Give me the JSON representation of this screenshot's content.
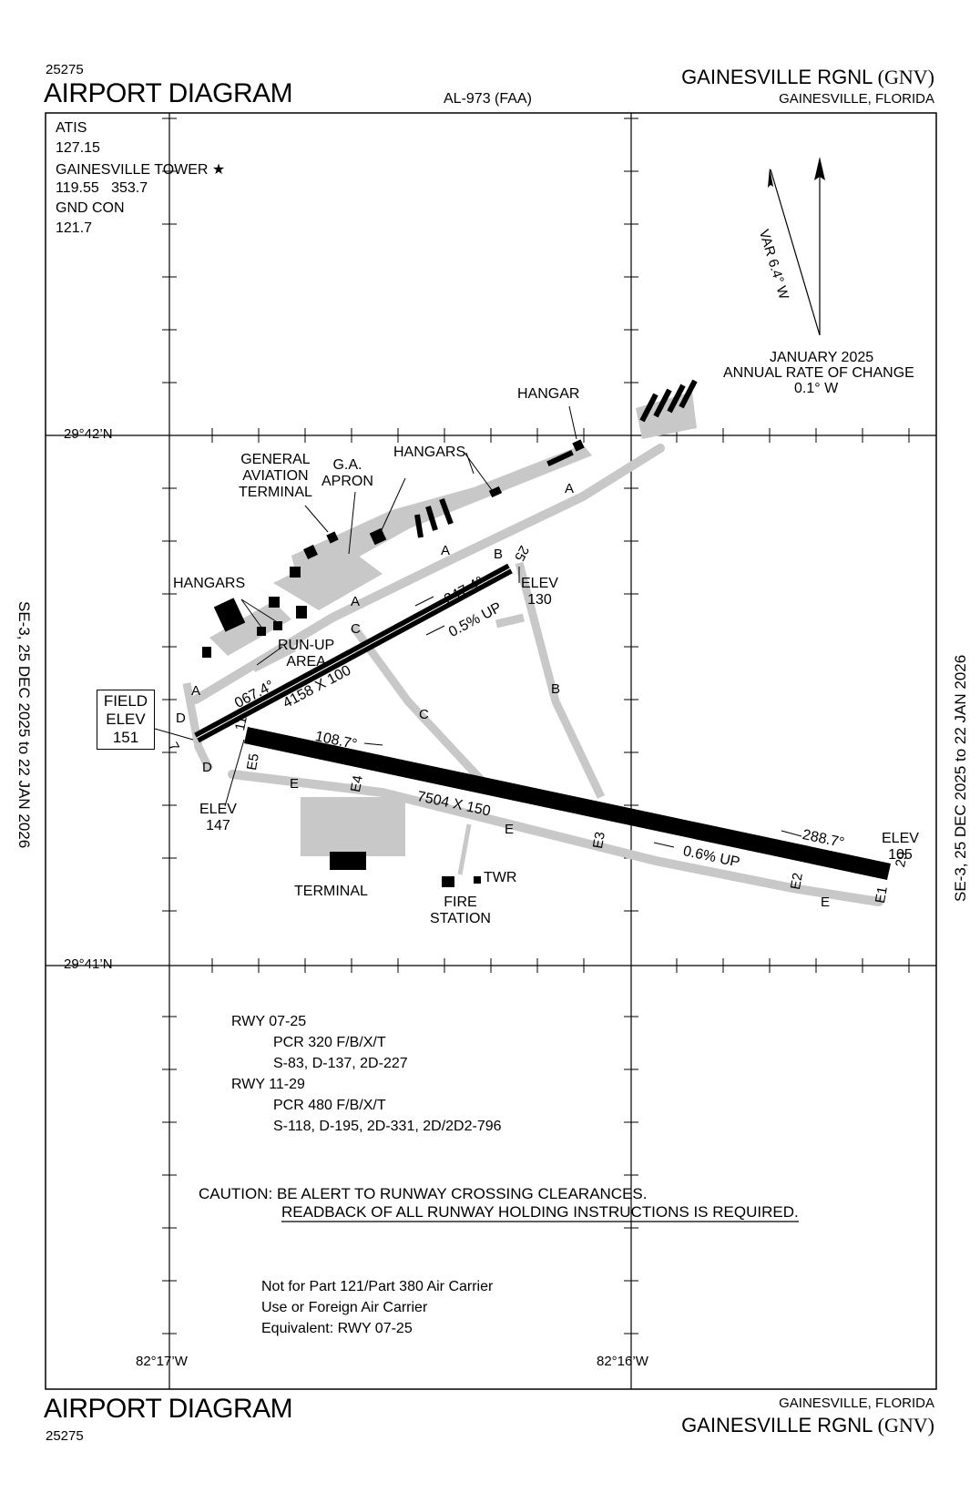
{
  "header": {
    "doc_number": "25275",
    "title": "AIRPORT DIAGRAM",
    "procedure_id": "AL-973 (FAA)",
    "airport_name": "GAINESVILLE RGNL",
    "airport_id": "(GNV)",
    "location": "GAINESVILLE, FLORIDA"
  },
  "footer": {
    "doc_number": "25275",
    "title": "AIRPORT DIAGRAM",
    "airport_name": "GAINESVILLE RGNL",
    "airport_id": "(GNV)",
    "location": "GAINESVILLE, FLORIDA"
  },
  "margins": {
    "left_text": "SE-3, 25 DEC 2025 to 22 JAN 2026",
    "right_text": "SE-3, 25 DEC 2025 to 22 JAN 2026"
  },
  "comms": {
    "atis_label": "ATIS",
    "atis_freq": "127.15",
    "tower_label": "GAINESVILLE TOWER",
    "tower_star": "★",
    "tower_freq": "119.55   353.7",
    "gnd_label": "GND CON",
    "gnd_freq": "121.7"
  },
  "variation": {
    "var_label": "VAR 6.4° W",
    "line1": "JANUARY 2025",
    "line2": "ANNUAL RATE OF CHANGE",
    "line3": "0.1° W"
  },
  "coordinates": {
    "lat_top": "29°42’N",
    "lat_bottom": "29°41’N",
    "lon_left": "82°17’W",
    "lon_right": "82°16’W"
  },
  "labels": {
    "hangar_top": "HANGAR",
    "hangars_mid": "HANGARS",
    "ga_terminal_1": "GENERAL",
    "ga_terminal_2": "AVIATION",
    "ga_terminal_3": "TERMINAL",
    "ga_apron_1": "G.A.",
    "ga_apron_2": "APRON",
    "hangars_left": "HANGARS",
    "runup_1": "RUN-UP",
    "runup_2": "AREA",
    "field_elev_1": "FIELD",
    "field_elev_2": "ELEV",
    "field_elev_3": "151",
    "elev147_1": "ELEV",
    "elev147_2": "147",
    "elev130_1": "ELEV",
    "elev130_2": "130",
    "elev105_1": "ELEV",
    "elev105_2": "105",
    "terminal": "TERMINAL",
    "fire_1": "FIRE",
    "fire_2": "STATION",
    "twr": "TWR",
    "rwy0725_dims": "4158 X 100",
    "rwy1129_dims": "7504 X 150",
    "hdg_067": "067.4°",
    "hdg_247": "247.4°",
    "hdg_108": "108.7°",
    "hdg_288": "288.7°",
    "grad_05": "0.5% UP",
    "grad_06": "0.6% UP",
    "rwy_7": "7",
    "rwy_25": "25",
    "rwy_11": "11",
    "rwy_29": "29",
    "twy_a1": "A",
    "twy_a2": "A",
    "twy_a3": "A",
    "twy_a4": "A",
    "twy_b1": "B",
    "twy_b2": "B",
    "twy_c1": "C",
    "twy_c2": "C",
    "twy_d1": "D",
    "twy_d2": "D",
    "twy_e1": "E",
    "twy_e2": "E",
    "twy_e3": "E",
    "twy_E1": "E1",
    "twy_E2": "E2",
    "twy_E3": "E3",
    "twy_E4": "E4",
    "twy_E5": "E5"
  },
  "notes": {
    "rwy1": "RWY 07-25",
    "rwy1_pcr": "PCR 320 F/B/X/T",
    "rwy1_wt": "S-83, D-137, 2D-227",
    "rwy2": "RWY 11-29",
    "rwy2_pcr": "PCR 480 F/B/X/T",
    "rwy2_wt": "S-118, D-195, 2D-331, 2D/2D2-796",
    "caution1": "CAUTION: BE ALERT TO RUNWAY CROSSING CLEARANCES.",
    "caution2": "READBACK OF ALL RUNWAY HOLDING INSTRUCTIONS IS REQUIRED.",
    "part1": "Not for Part 121/Part 380 Air Carrier",
    "part2": "Use or Foreign Air Carrier",
    "part3": "Equivalent: RWY 07-25"
  },
  "colors": {
    "pavement": "#c8c8c8",
    "runway": "#000000",
    "ink": "#000000"
  }
}
